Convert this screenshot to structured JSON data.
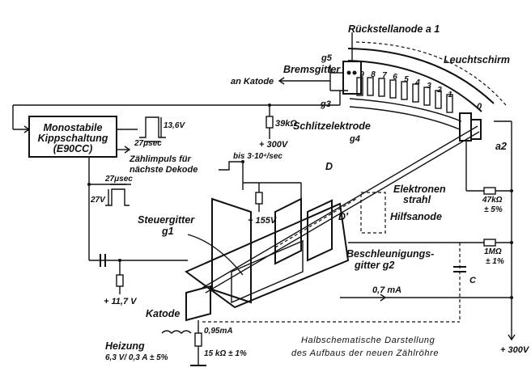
{
  "labels": {
    "rueckstellanode": "Rückstellanode a 1",
    "g5": "g5",
    "bremsgitter": "Bremsgitter",
    "leuchtschirm": "Leuchtschirm",
    "an_katode": "an Katode",
    "g3": "g3",
    "monostabile_1": "Monostabile",
    "monostabile_2": "Kippschaltung",
    "monostabile_3": "(E90CC)",
    "v136": "13,6V",
    "t27a": "27μsec",
    "zaehlimpuls_1": "Zählimpuls für",
    "zaehlimpuls_2": "nächste Dekode",
    "r39k": "39kΩ",
    "v300a": "+ 300V",
    "schlitz": "Schlitzelektrode",
    "g4": "g4",
    "a2": "a2",
    "freq": "bis 3·10⁴/sec",
    "t27b": "27μsec",
    "v27": "27V",
    "d_label": "D",
    "v155": "+ 155V",
    "elektronen_1": "Elektronen",
    "elektronen_2": "strahl",
    "r47k_1": "47kΩ",
    "r47k_2": "± 5%",
    "d_prime": "D'",
    "hilfsanode": "Hilfsanode",
    "steuergitter_1": "Steuergitter",
    "steuergitter_2": "g1",
    "beschl_1": "Beschleunigungs-",
    "beschl_2": "gitter g2",
    "r1m_1": "1MΩ",
    "r1m_2": "± 1%",
    "c_label": "C",
    "i07": "0,7 mA",
    "v117": "+ 11,7 V",
    "katode": "Katode",
    "i095": "0,95mA",
    "r15k": "15 kΩ ± 1%",
    "heizung_1": "Heizung",
    "heizung_2": "6,3 V/ 0,3 A ± 5%",
    "caption_1": "Halbschematische Darstellung",
    "caption_2": "des Aufbaus der neuen Zählröhre",
    "v300b": "+ 300V"
  },
  "scale_digits": [
    "9",
    "8",
    "7",
    "6",
    "5",
    "4",
    "3",
    "2",
    "1",
    "0"
  ]
}
